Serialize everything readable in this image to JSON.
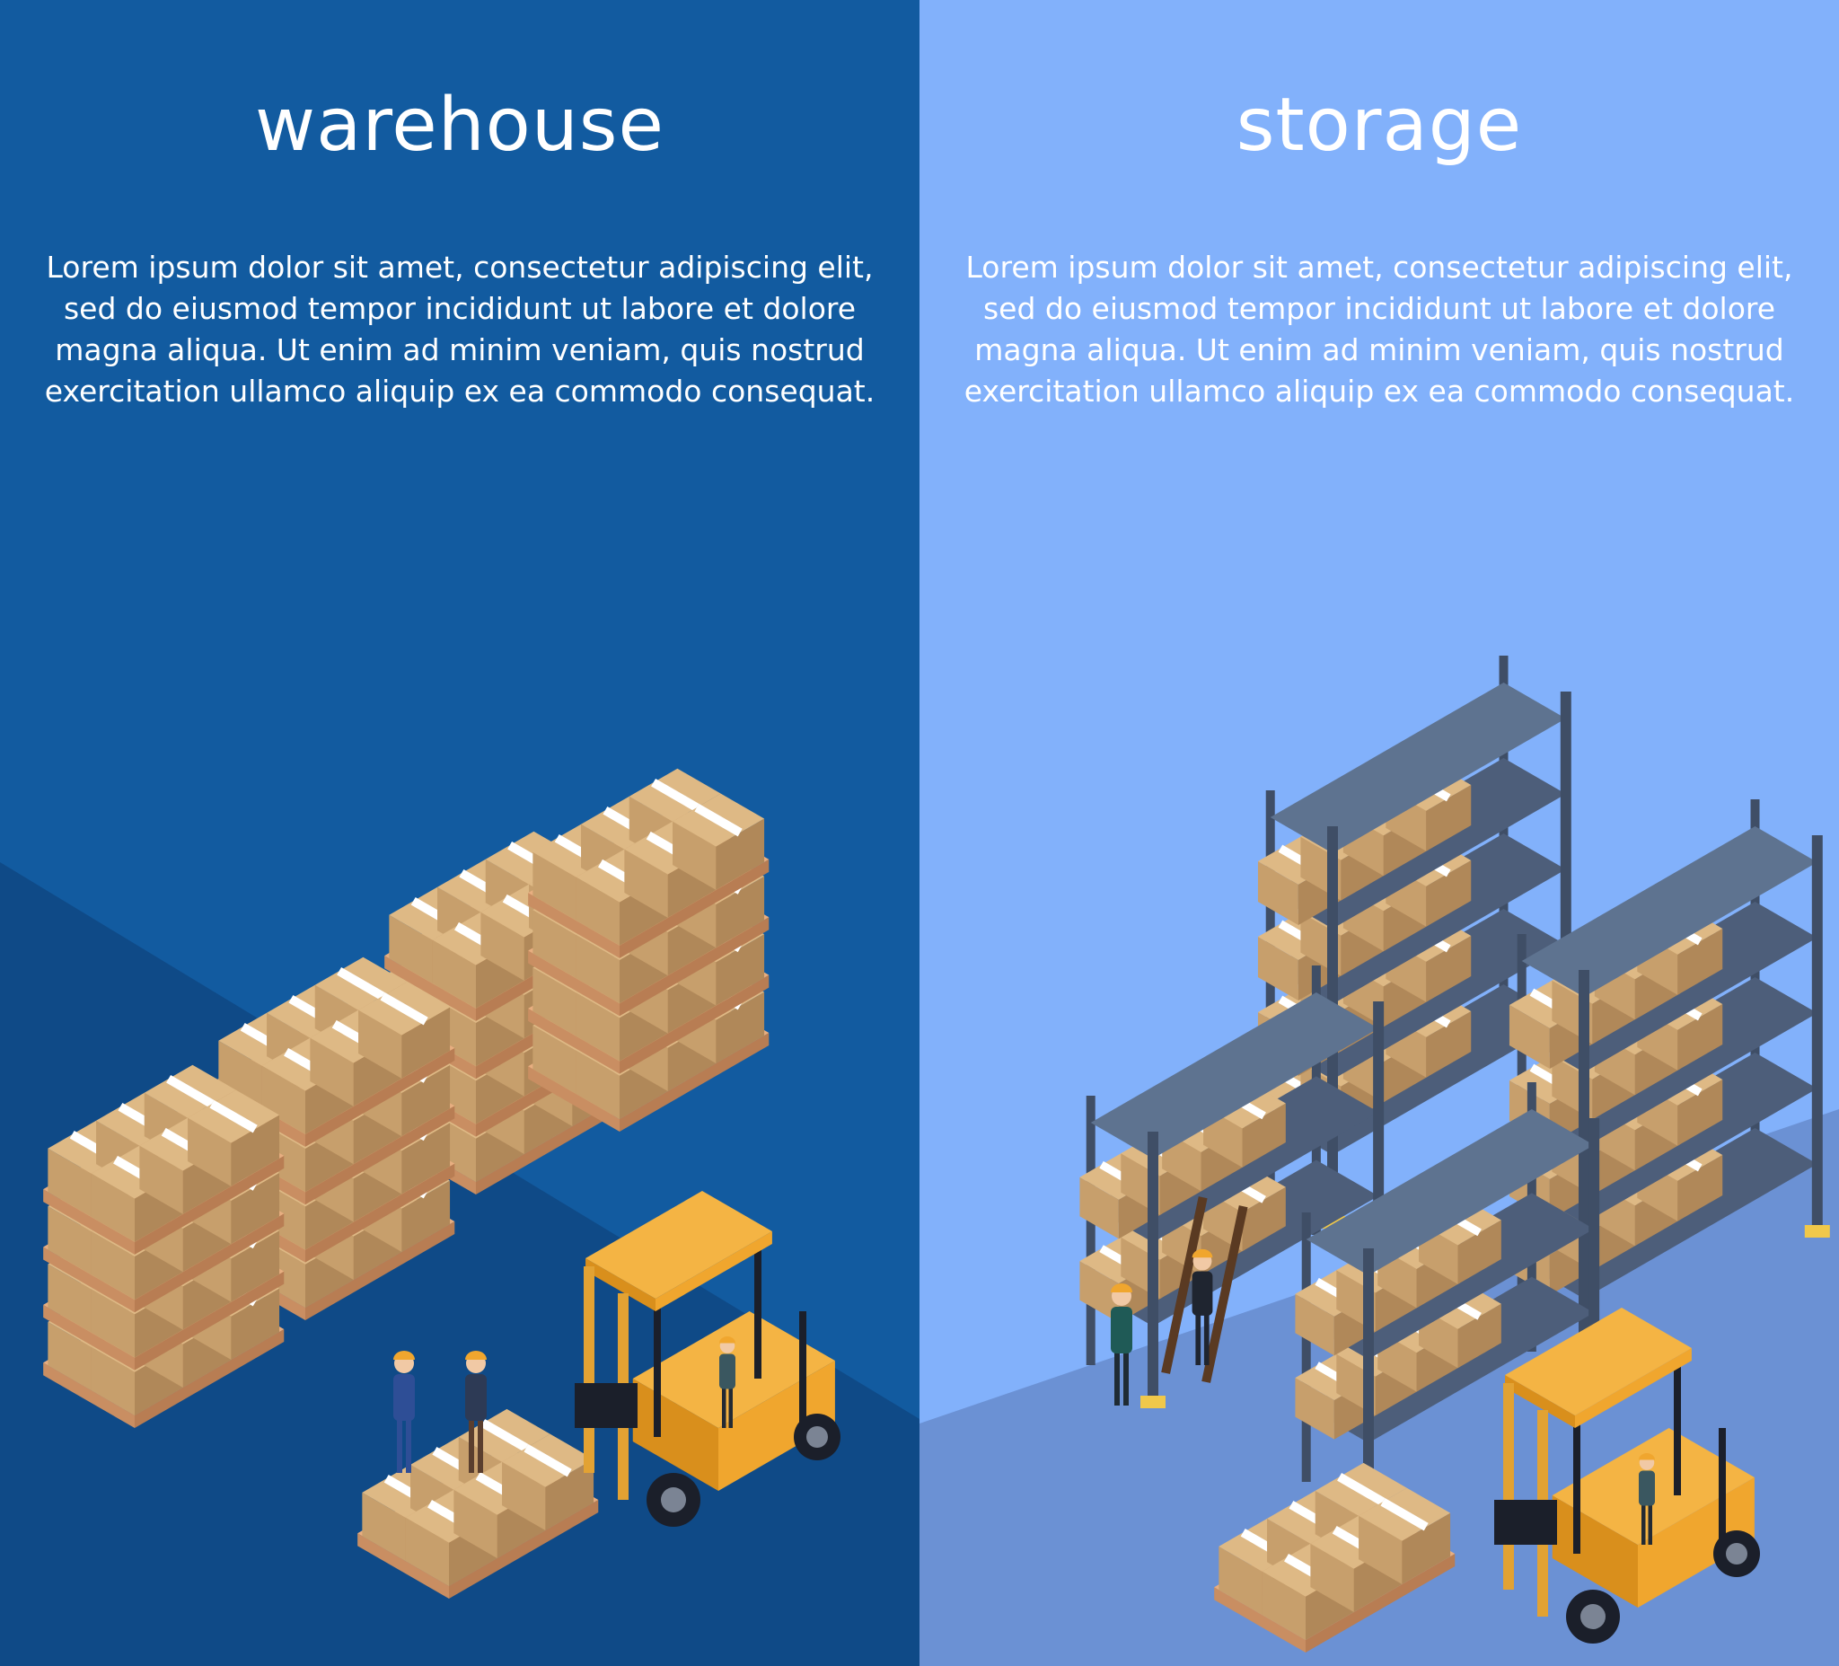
{
  "colors": {
    "left_background": "#125ba0",
    "left_floor": "#0f4a87",
    "left_floor_shadow": "#0c3f75",
    "right_background": "#82b1fb",
    "right_floor": "#6b91d4",
    "right_floor_shadow": "#5f82c3",
    "text": "#ffffff",
    "box_top": "#deb985",
    "box_left": "#c79f6c",
    "box_right": "#b08859",
    "tape": "#ffffff",
    "pallet": "#e8ae80",
    "shelf_frame": "#3f4e66",
    "shelf_top": "#5e7390",
    "shelf_foot": "#f0c84a",
    "forklift_body": "#f0a62e",
    "forklift_dark": "#1b1f2a"
  },
  "panels": {
    "warehouse": {
      "title": "warehouse",
      "body": "Lorem ipsum dolor sit amet, consectetur adipiscing elit, sed do eiusmod tempor incididunt ut labore et dolore magna aliqua. Ut enim ad minim veniam, quis nostrud exercitation ullamco aliquip ex ea commodo consequat.",
      "illustration": "warehouse-pallets-forklift-illustration"
    },
    "storage": {
      "title": "storage",
      "body": "Lorem ipsum dolor sit amet, consectetur adipiscing elit, sed do eiusmod tempor incididunt ut labore et dolore magna aliqua. Ut enim ad minim veniam, quis nostrud exercitation ullamco aliquip ex ea commodo consequat.",
      "illustration": "storage-racks-forklift-illustration"
    }
  }
}
